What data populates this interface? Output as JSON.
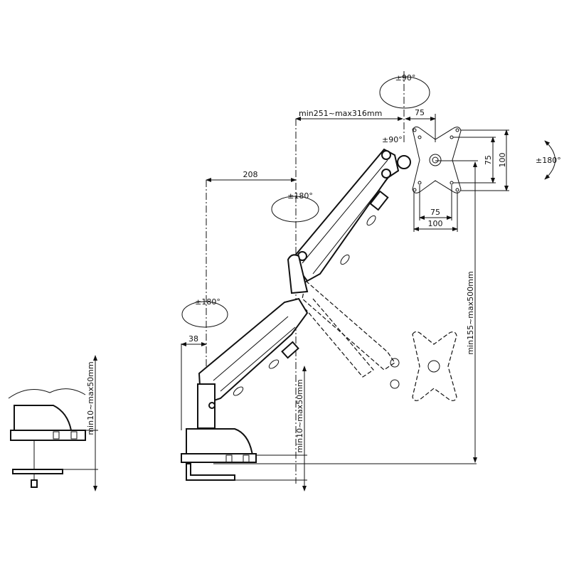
{
  "labels": {
    "top_rotation": "±90°",
    "arm_reach": "min251~max316mm",
    "head_offset": "75",
    "tilt": "±90°",
    "vesa_v_small": "75",
    "vesa_v_large": "100",
    "rotation_right": "±180°",
    "upper_offset": "208",
    "mid_rotation": "±180°",
    "vesa_h_small": "75",
    "vesa_h_large": "100",
    "lower_rotation": "±180°",
    "base_offset": "38",
    "height_range": "min155~max500mm",
    "desk_thickness_center": "min10~max50mm",
    "desk_thickness_left": "min10~max50mm"
  }
}
